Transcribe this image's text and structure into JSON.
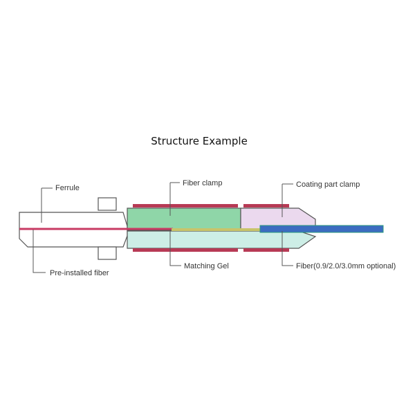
{
  "title": "Structure Example",
  "labels": {
    "ferrule": "Ferrule",
    "fiber_clamp": "Fiber clamp",
    "coating_part_clamp": "Coating part clamp",
    "pre_installed_fiber": "Pre-installed fiber",
    "matching_gel": "Matching Gel",
    "fiber": "Fiber(0.9/2.0/3.0mm optional)"
  },
  "colors": {
    "outline": "#555555",
    "fiber_clamp": "#8fd6a8",
    "lower_body": "#cdeee6",
    "coating_clamp": "#ebd9ee",
    "pre_installed_fiber": "#c83a63",
    "fiber_jacket": "#3c6cc0",
    "fiber_jacket_edge": "#2b9a7e",
    "red_bands": "#b73a55",
    "matching_gel": "#c9c46a"
  }
}
